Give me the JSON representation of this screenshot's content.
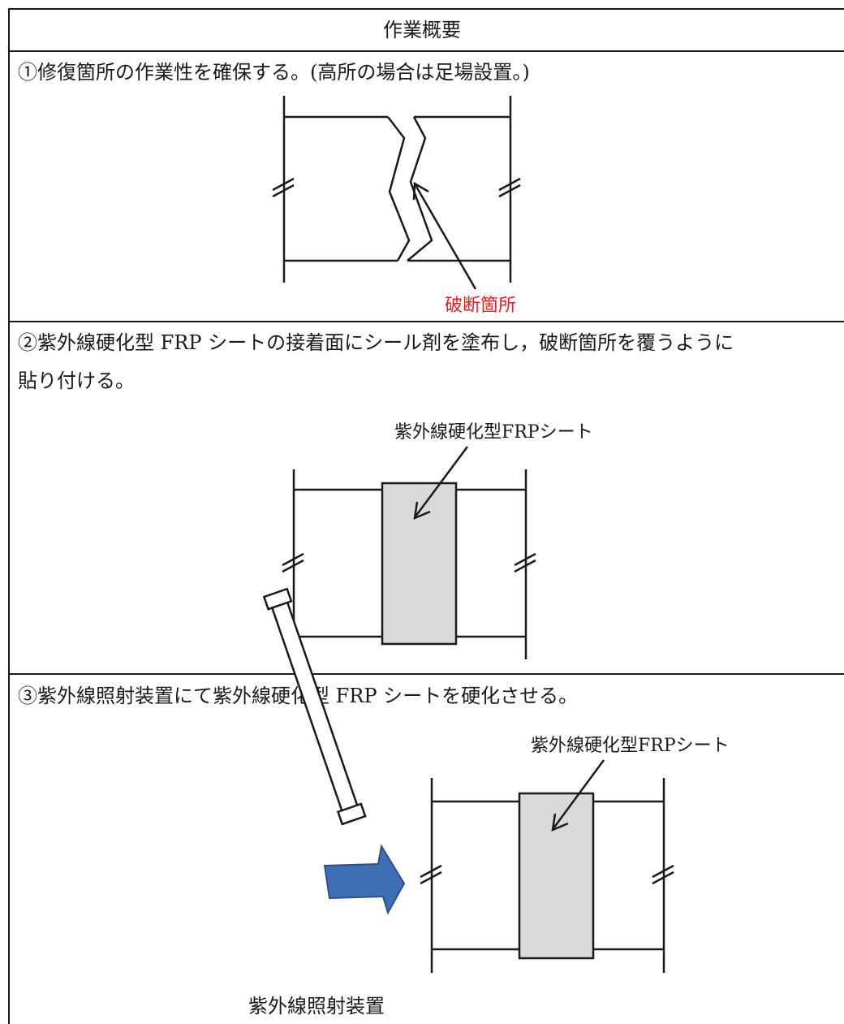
{
  "table": {
    "header": "作業概要"
  },
  "steps": [
    {
      "text": "①修復箇所の作業性を確保する。(高所の場合は足場設置。)",
      "labels": {
        "fracture": "破断箇所"
      }
    },
    {
      "text_line1": "②紫外線硬化型 FRP シートの接着面にシール剤を塗布し，破断箇所を覆うように",
      "text_line2": "貼り付ける。",
      "labels": {
        "sheet": "紫外線硬化型FRPシート"
      }
    },
    {
      "text": "③紫外線照射装置にて紫外線硬化型 FRP シートを硬化させる。",
      "labels": {
        "sheet": "紫外線硬化型FRPシート",
        "device": "紫外線照射装置"
      }
    }
  ],
  "colors": {
    "line": "#1a1a1a",
    "sheet_fill": "#d9d9d9",
    "arrow_fill": "#3f6fb4",
    "arrow_stroke": "#2b4f86",
    "fracture_label": "#e02020"
  }
}
